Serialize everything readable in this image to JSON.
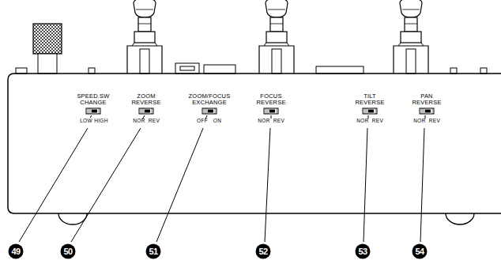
{
  "diagram": {
    "labels": [
      "SPEED.SW CHANGE",
      "LOW",
      "HIGH",
      "ZOOM REVERSE",
      "NOR",
      "REV",
      "ZOOM/FOCUS EXCHANGE",
      "OFF",
      "ON",
      "FOCUS REVERSE",
      "NOR",
      "REV",
      "TILT REVERSE",
      "NOR",
      "REV",
      "PAN REVERSE",
      "NOR",
      "REV",
      "49",
      "50",
      "51",
      "52",
      "53",
      "54"
    ]
  }
}
